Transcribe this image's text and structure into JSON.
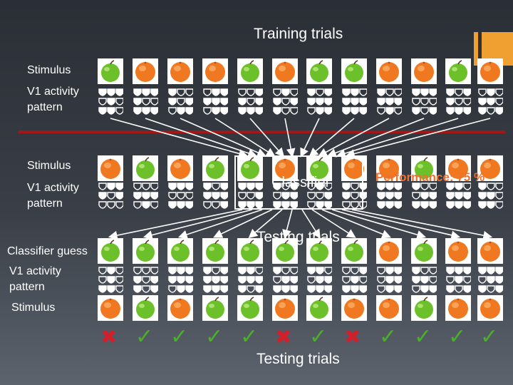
{
  "titles": {
    "training": "Training trials",
    "testing_top": "Testing trials",
    "testing_bottom": "Testing trials"
  },
  "labels": {
    "stimulus": "Stimulus",
    "v1_line1": "V1 activity",
    "v1_line2": "pattern",
    "classifier_guess": "Classifier guess"
  },
  "classifier": {
    "label": "Classifier"
  },
  "performance": {
    "label": "Performance: 75 %"
  },
  "colors": {
    "accent": "#f0a030",
    "divider": "#a01818",
    "green_apple": "#6cc02a",
    "orange": "#f07820",
    "check": "#4caf2a",
    "cross": "#d0202c",
    "performance": "#f07030"
  },
  "training_stimuli": [
    "green",
    "orange",
    "orange",
    "orange",
    "green",
    "orange",
    "green",
    "green",
    "orange",
    "orange",
    "green",
    "orange"
  ],
  "testing_stimuli": [
    "orange",
    "green",
    "orange",
    "green",
    "green",
    "orange",
    "green",
    "orange",
    "orange",
    "green",
    "orange",
    "orange"
  ],
  "classifier_guesses": [
    "green",
    "green",
    "green",
    "green",
    "green",
    "green",
    "green",
    "green",
    "orange",
    "green",
    "orange",
    "orange"
  ],
  "results": [
    "cross",
    "check",
    "check",
    "check",
    "check",
    "cross",
    "check",
    "cross",
    "check",
    "check",
    "check",
    "check"
  ]
}
